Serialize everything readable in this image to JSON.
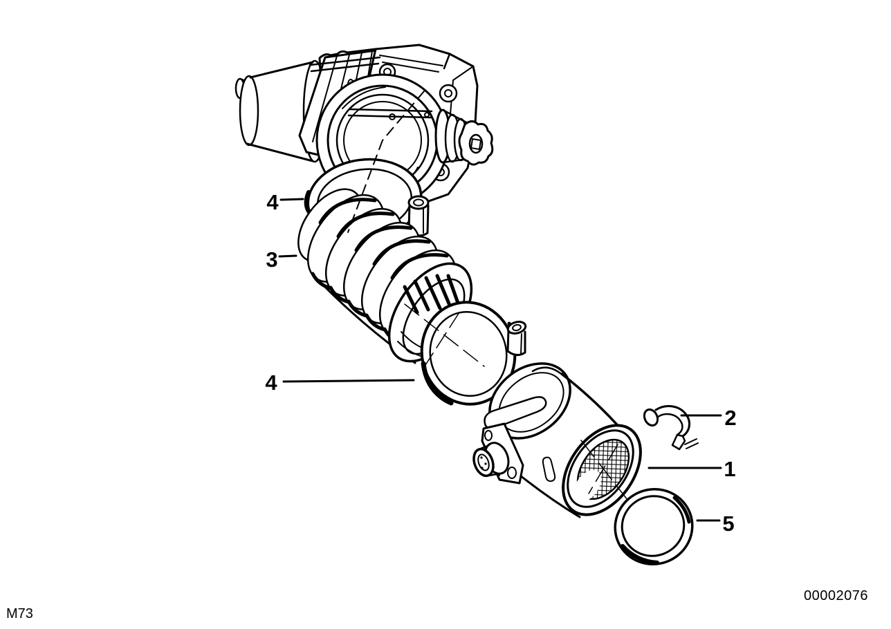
{
  "colors": {
    "background": "#ffffff",
    "line": "#000000"
  },
  "callouts": [
    {
      "label": "4"
    },
    {
      "label": "3"
    },
    {
      "label": "4"
    },
    {
      "label": "2"
    },
    {
      "label": "1"
    },
    {
      "label": "5"
    }
  ],
  "stamp": {
    "doc_number": "00002076"
  },
  "footer": {
    "model_code": "M73"
  }
}
